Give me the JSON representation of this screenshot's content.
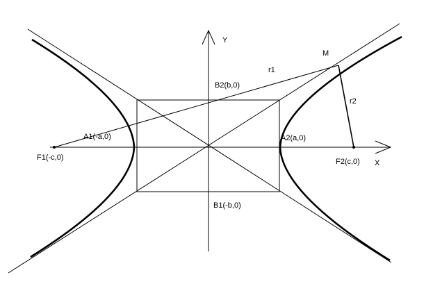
{
  "labels": {
    "y_axis": "Y",
    "x_axis": "X",
    "point_m": "M",
    "radius_1": "r1",
    "radius_2": "r2",
    "focus_1": "F1(-c,0)",
    "focus_2": "F2(c,0)",
    "vertex_1": "A1(-a,0)",
    "vertex_2": "A2(a,0)",
    "co_vertex_top": "B2(b,0)",
    "co_vertex_bottom": "B1(-b,0)"
  }
}
